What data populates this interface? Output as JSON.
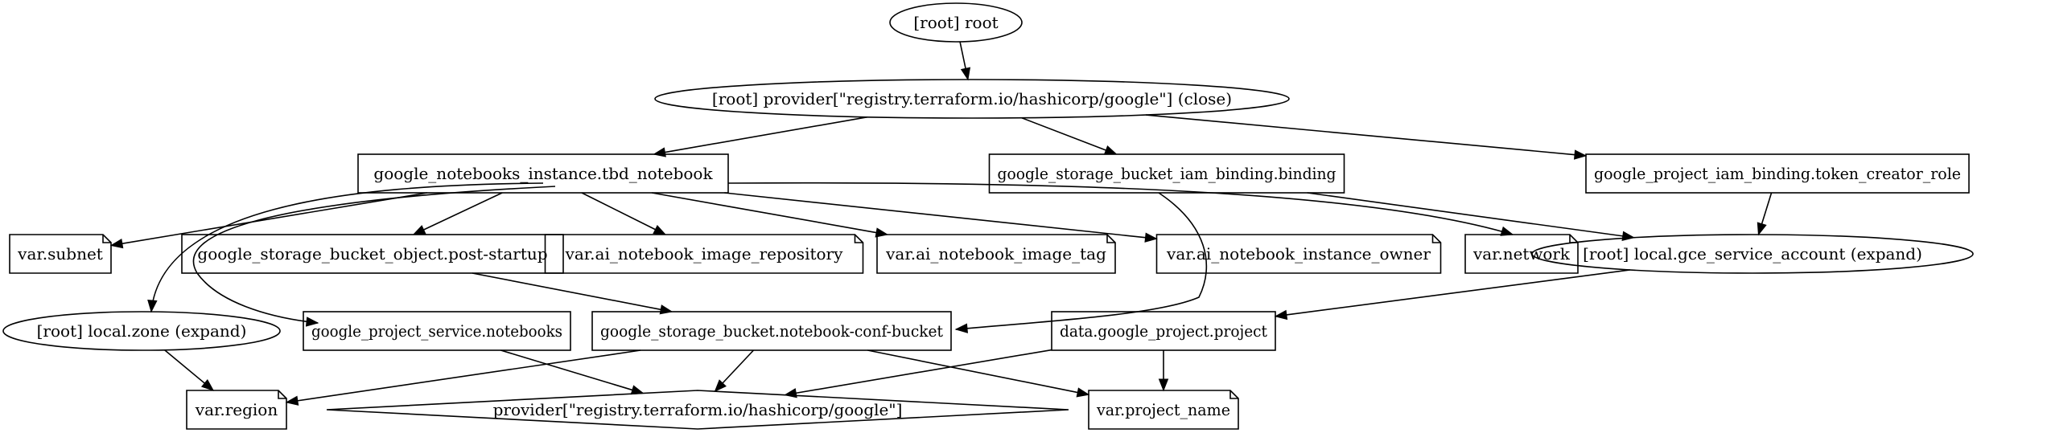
{
  "nodes": [
    {
      "id": "root",
      "label": "[root] root",
      "shape": "ellipse"
    },
    {
      "id": "provider_close",
      "label": "[root] provider[\"registry.terraform.io/hashicorp/google\"] (close)",
      "shape": "ellipse"
    },
    {
      "id": "notebook",
      "label": "google_notebooks_instance.tbd_notebook",
      "shape": "box"
    },
    {
      "id": "iam_binding",
      "label": "google_storage_bucket_iam_binding.binding",
      "shape": "box"
    },
    {
      "id": "token_role",
      "label": "google_project_iam_binding.token_creator_role",
      "shape": "box"
    },
    {
      "id": "subnet",
      "label": "var.subnet",
      "shape": "note"
    },
    {
      "id": "post_startup",
      "label": "google_storage_bucket_object.post-startup",
      "shape": "box"
    },
    {
      "id": "image_repo",
      "label": "var.ai_notebook_image_repository",
      "shape": "note"
    },
    {
      "id": "image_tag",
      "label": "var.ai_notebook_image_tag",
      "shape": "note"
    },
    {
      "id": "instance_owner",
      "label": "var.ai_notebook_instance_owner",
      "shape": "note"
    },
    {
      "id": "network",
      "label": "var.network",
      "shape": "note"
    },
    {
      "id": "gce_sa",
      "label": "[root] local.gce_service_account (expand)",
      "shape": "ellipse"
    },
    {
      "id": "zone",
      "label": "[root] local.zone (expand)",
      "shape": "ellipse"
    },
    {
      "id": "svc_notebooks",
      "label": "google_project_service.notebooks",
      "shape": "box"
    },
    {
      "id": "conf_bucket",
      "label": "google_storage_bucket.notebook-conf-bucket",
      "shape": "box"
    },
    {
      "id": "project_data",
      "label": "data.google_project.project",
      "shape": "box"
    },
    {
      "id": "region",
      "label": "var.region",
      "shape": "note"
    },
    {
      "id": "provider",
      "label": "provider[\"registry.terraform.io/hashicorp/google\"]",
      "shape": "diamond"
    },
    {
      "id": "project_name",
      "label": "var.project_name",
      "shape": "note"
    }
  ],
  "edges": [
    {
      "from": "root",
      "to": "provider_close"
    },
    {
      "from": "provider_close",
      "to": "notebook"
    },
    {
      "from": "provider_close",
      "to": "iam_binding"
    },
    {
      "from": "provider_close",
      "to": "token_role"
    },
    {
      "from": "notebook",
      "to": "subnet"
    },
    {
      "from": "notebook",
      "to": "post_startup"
    },
    {
      "from": "notebook",
      "to": "image_repo"
    },
    {
      "from": "notebook",
      "to": "image_tag"
    },
    {
      "from": "notebook",
      "to": "instance_owner"
    },
    {
      "from": "notebook",
      "to": "network"
    },
    {
      "from": "notebook",
      "to": "zone"
    },
    {
      "from": "notebook",
      "to": "svc_notebooks"
    },
    {
      "from": "iam_binding",
      "to": "gce_sa"
    },
    {
      "from": "iam_binding",
      "to": "conf_bucket"
    },
    {
      "from": "token_role",
      "to": "gce_sa"
    },
    {
      "from": "post_startup",
      "to": "conf_bucket"
    },
    {
      "from": "gce_sa",
      "to": "project_data"
    },
    {
      "from": "zone",
      "to": "region"
    },
    {
      "from": "svc_notebooks",
      "to": "provider"
    },
    {
      "from": "conf_bucket",
      "to": "region"
    },
    {
      "from": "conf_bucket",
      "to": "provider"
    },
    {
      "from": "conf_bucket",
      "to": "project_name"
    },
    {
      "from": "project_data",
      "to": "provider"
    },
    {
      "from": "project_data",
      "to": "project_name"
    }
  ]
}
